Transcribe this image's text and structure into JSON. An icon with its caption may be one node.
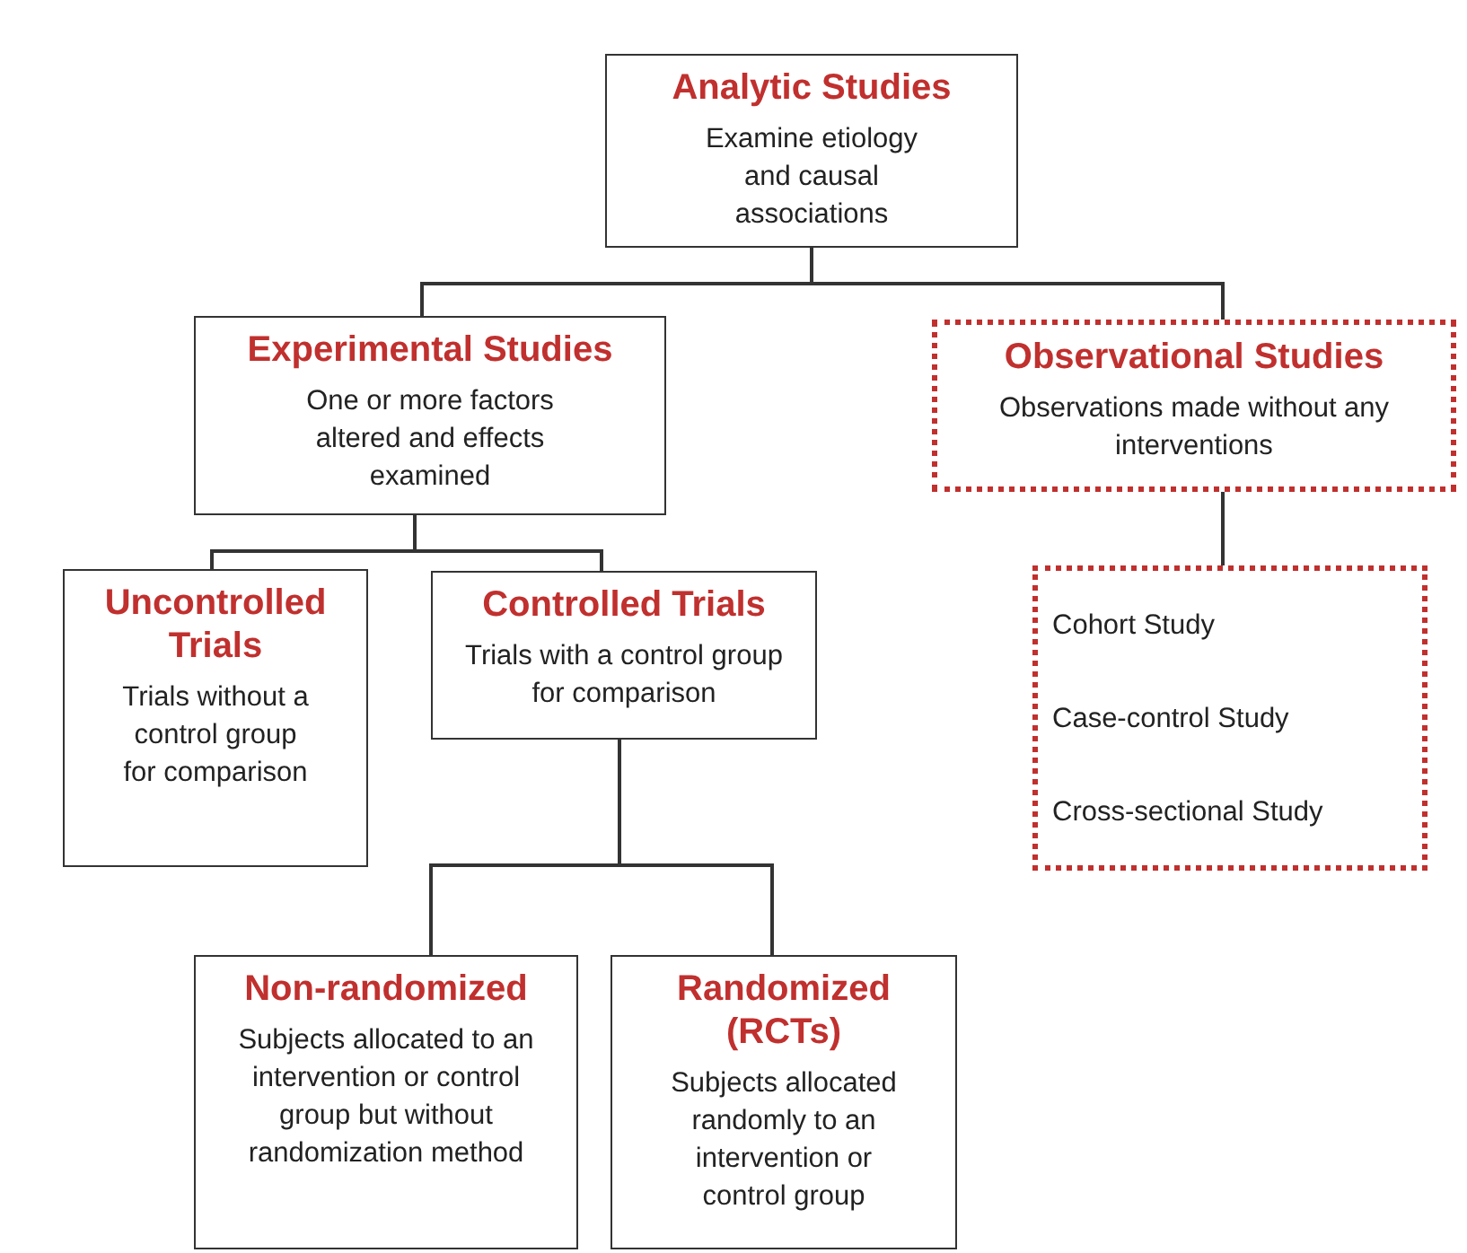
{
  "diagram": {
    "nodes": [
      {
        "text": [
          "Analytic Studies",
          "Examine etiology and causal associations"
        ]
      },
      {
        "text": [
          "Experimental Studies",
          "One or more factors altered and effects examined"
        ]
      },
      {
        "text": [
          "Observational Studies",
          "Observations made without any interventions"
        ]
      },
      {
        "text": [
          "Uncontrolled Trials",
          "Trials without a control group for comparison"
        ]
      },
      {
        "text": [
          "Controlled Trials",
          "Trials with a control group for comparison"
        ]
      },
      {
        "text": [
          "Non-randomized",
          "Subjects allocated to an intervention or control group but without randomization method"
        ]
      },
      {
        "text": [
          "Randomized (RCTs)",
          "Subjects allocated randomly to an intervention or control group"
        ]
      },
      {
        "text": [
          "Cohort Study",
          "Case-control Study",
          "Cross-sectional Study"
        ]
      }
    ],
    "edges": [
      {
        "from": 0,
        "to": 1,
        "arrow": "none"
      },
      {
        "from": 0,
        "to": 2,
        "arrow": "none"
      },
      {
        "from": 1,
        "to": 3,
        "arrow": "none"
      },
      {
        "from": 1,
        "to": 4,
        "arrow": "none"
      },
      {
        "from": 2,
        "to": 7,
        "arrow": "none"
      },
      {
        "from": 4,
        "to": 5,
        "arrow": "none"
      },
      {
        "from": 4,
        "to": 6,
        "arrow": "none"
      }
    ]
  }
}
